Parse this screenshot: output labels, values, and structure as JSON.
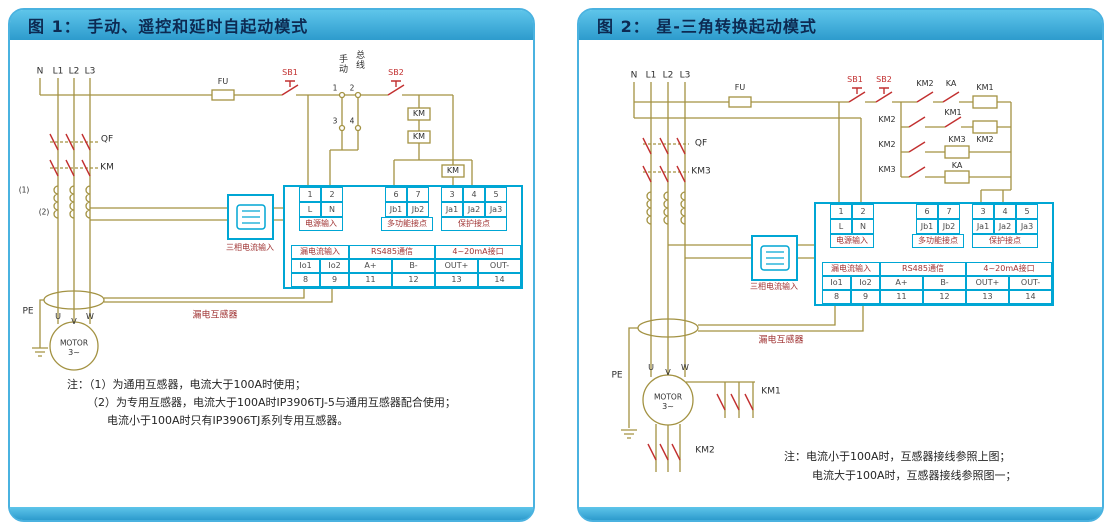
{
  "panel1": {
    "title": "图 1： 手动、遥控和延时自起动模式",
    "phases": [
      "N",
      "L1",
      "L2",
      "L3"
    ],
    "labels": {
      "fu": "FU",
      "qf": "QF",
      "km": "KM",
      "sb1": "SB1",
      "sb2": "SB2",
      "manual": "手动",
      "busline": "总线",
      "sel1": "1",
      "sel2": "2",
      "sel3": "3",
      "sel4": "4",
      "kma1": "KM",
      "kma2": "KM",
      "kmcoil": "KM",
      "ct1": "(1)",
      "ct2": "(2)",
      "pe": "PE",
      "u": "U",
      "v": "V",
      "w": "W",
      "motor": "MOTOR",
      "phase3": "3~"
    },
    "notes": [
      "注：（1）为通用互感器，电流大于100A时使用；",
      "（2）为专用互感器，电流大于100A时IP3906TJ-5与通用互感器配合使用；",
      "电流小于100A时只有IP3906TJ系列专用互感器。"
    ]
  },
  "panel2": {
    "title": "图 2： 星-三角转换起动模式",
    "phases": [
      "N",
      "L1",
      "L2",
      "L3"
    ],
    "labels": {
      "fu": "FU",
      "qf": "QF",
      "km3": "KM3",
      "sb1": "SB1",
      "sb2": "SB2",
      "r1c1": "KM2",
      "r1c2": "KA",
      "r1coil": "KM1",
      "r2c1": "KM2",
      "r2c2": "KM1",
      "r2coil": "KM2",
      "r3c1": "KM2",
      "r3coil": "KM3",
      "r4c1": "KM3",
      "r4coil": "KA",
      "km1g": "KM1",
      "km2g": "KM2",
      "pe": "PE",
      "u": "U",
      "v": "V",
      "w": "W",
      "motor": "MOTOR",
      "phase3": "3~"
    },
    "notes": [
      "注：电流小于100A时，互感器接线参照上图；",
      "电流大于100A时，互感器接线参照图一；"
    ]
  },
  "device": {
    "power": {
      "terms": [
        "1",
        "2"
      ],
      "pins": [
        "L",
        "N"
      ],
      "label": "电源输入"
    },
    "multi": {
      "terms": [
        "6",
        "7"
      ],
      "pins": [
        "Jb1",
        "Jb2"
      ],
      "label": "多功能接点"
    },
    "prot": {
      "terms": [
        "3",
        "4",
        "5"
      ],
      "pins": [
        "Ja1",
        "Ja2",
        "Ja3"
      ],
      "label": "保护接点"
    },
    "leak": {
      "label": "漏电流输入",
      "pins": [
        "Io1",
        "Io2"
      ],
      "terms": [
        "8",
        "9"
      ]
    },
    "rs485": {
      "label": "RS485通信",
      "pins": [
        "A+",
        "B-"
      ],
      "terms": [
        "11",
        "12"
      ]
    },
    "ma": {
      "label": "4~20mA接口",
      "pins": [
        "OUT+",
        "OUT-"
      ],
      "terms": [
        "13",
        "14"
      ]
    },
    "ct_label": "三相电流输入",
    "leakage_label": "漏电互感器"
  },
  "colors": {
    "panel_border": "#4ab2e0",
    "header_blue": "#2d9bcd",
    "wire_olive": "#a39242",
    "switch_red": "#c23030",
    "device_cyan": "#00a6d4",
    "label_maroon": "#a03434",
    "title_navy": "#0d2a52"
  }
}
